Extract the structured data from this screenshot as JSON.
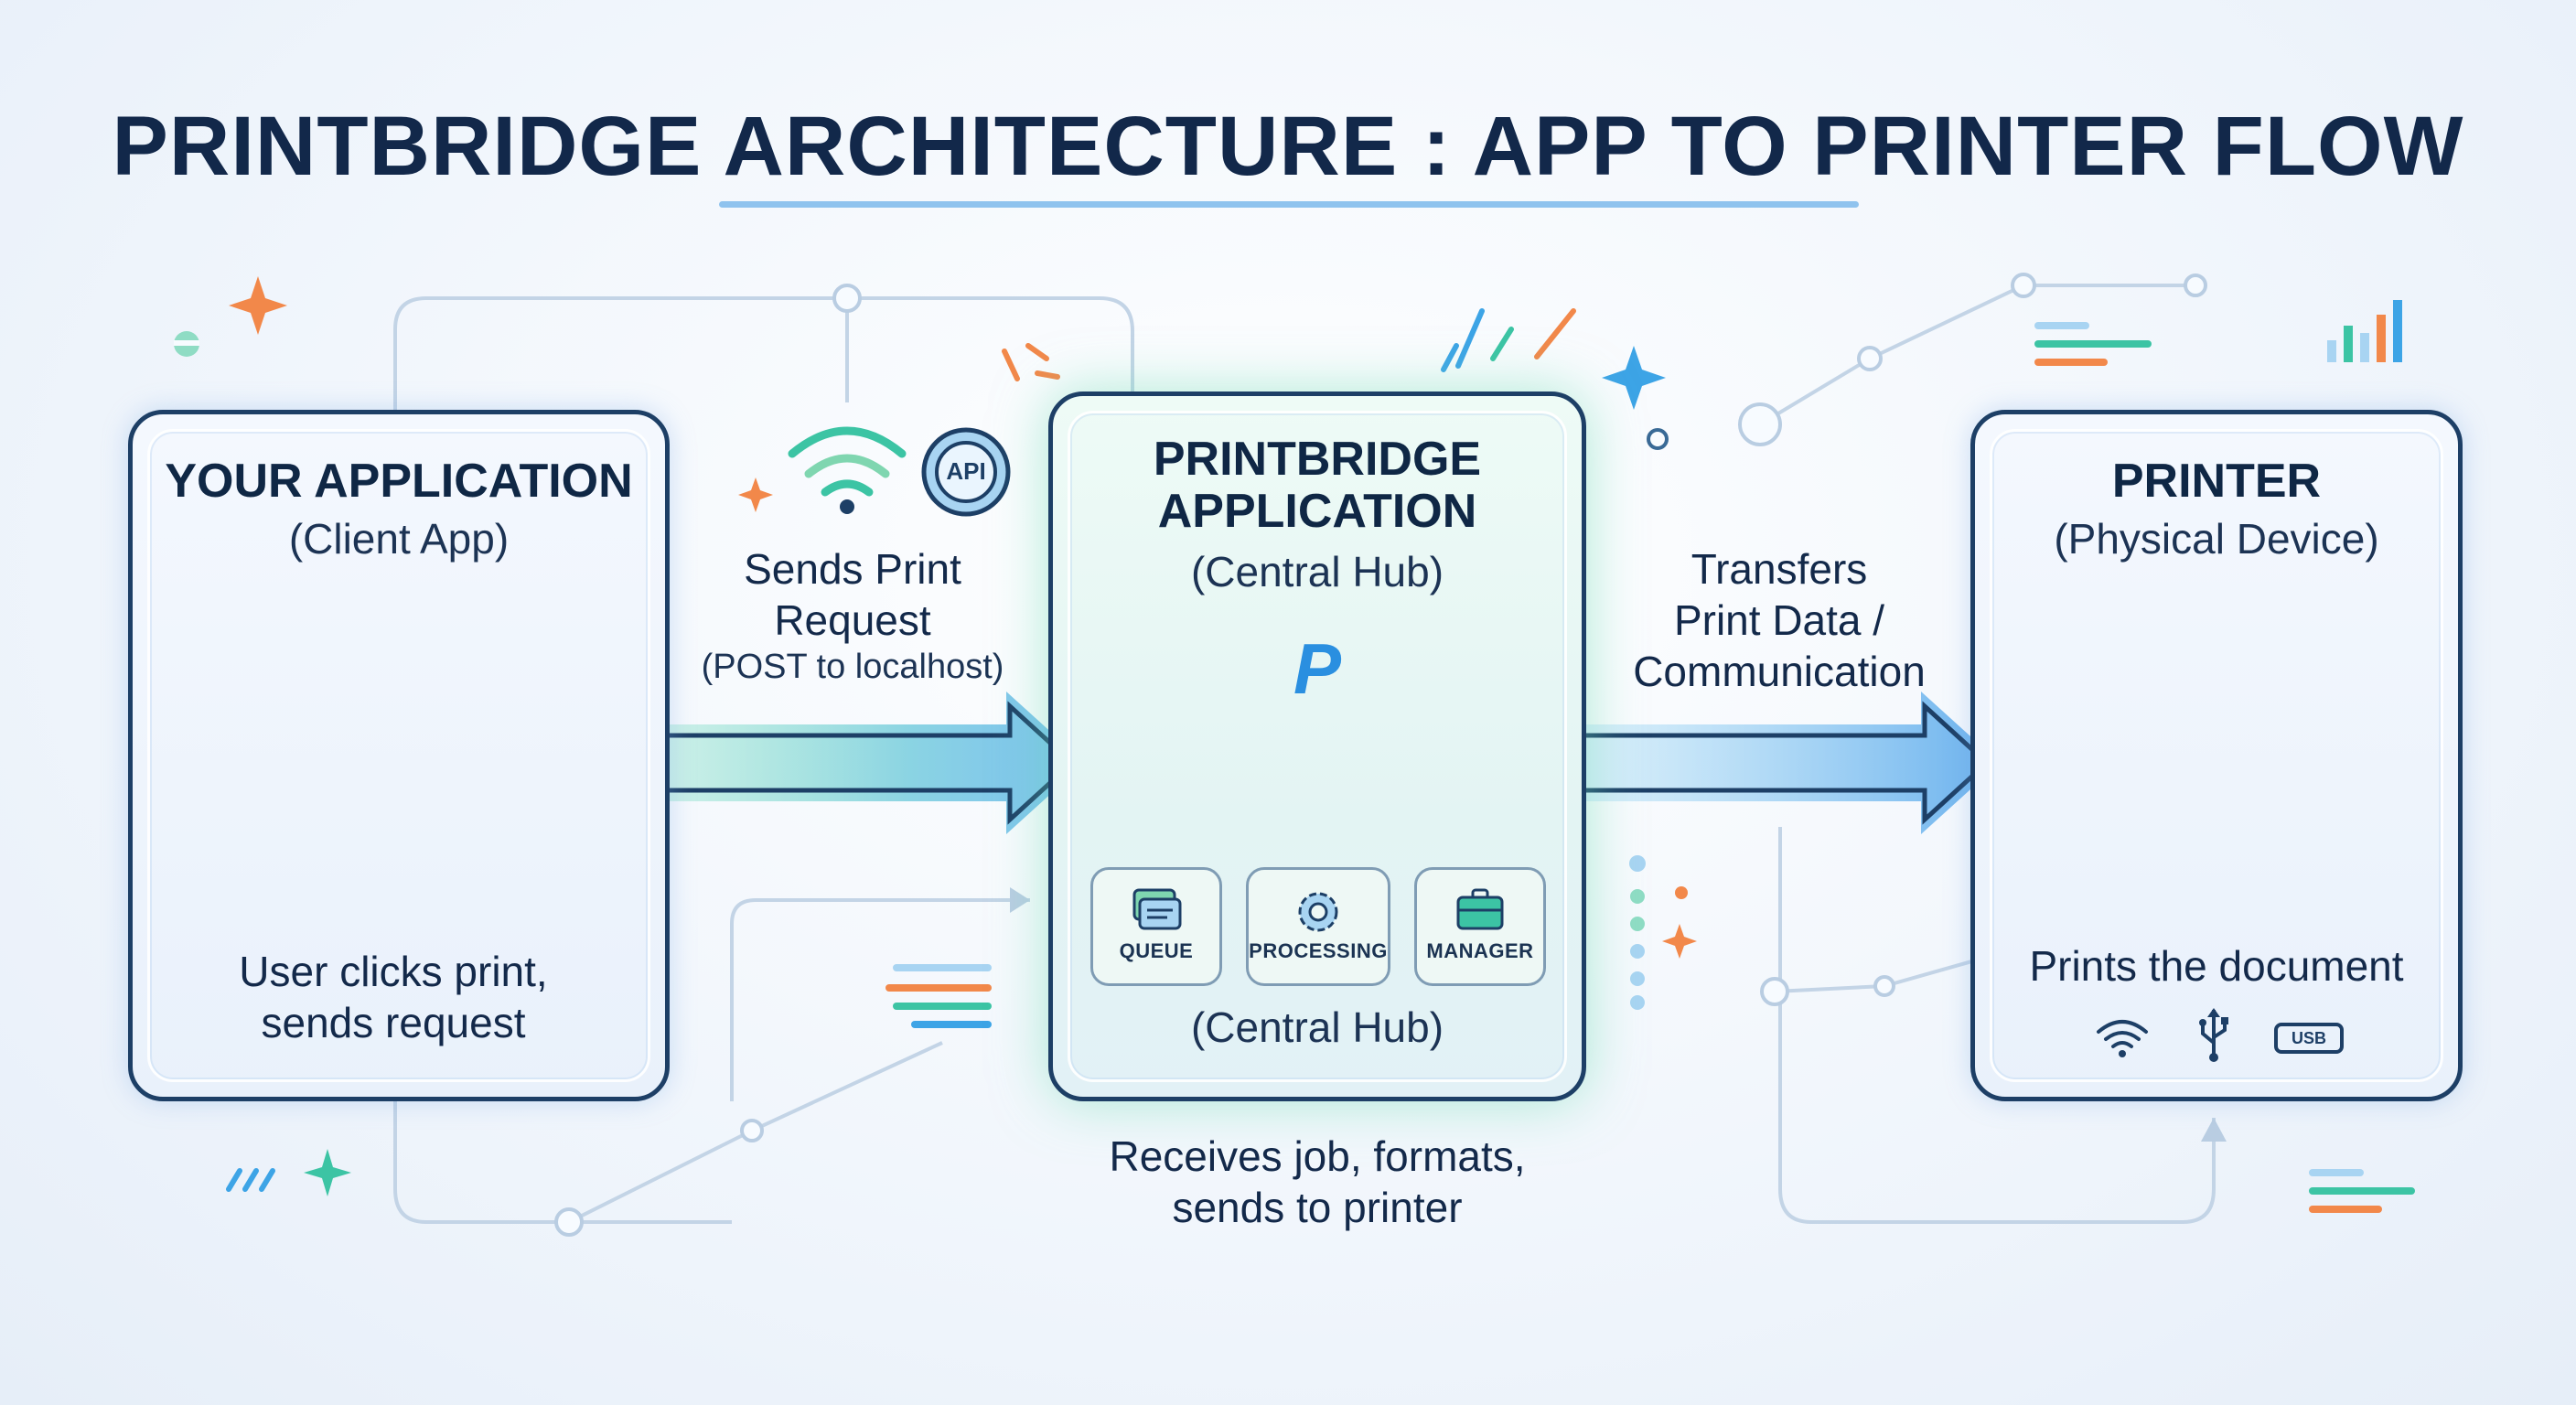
{
  "title": "PRINTBRIDGE ARCHITECTURE : APP TO PRINTER FLOW",
  "client": {
    "title": "YOUR APPLICATION",
    "subtitle": "(Client App)",
    "description": [
      "User clicks print,",
      "sends request"
    ]
  },
  "flow_request": {
    "label": [
      "Sends Print",
      "Request"
    ],
    "detail": "(POST to localhost)",
    "api_badge": "API"
  },
  "hub": {
    "title": [
      "PRINTBRIDGE",
      "APPLICATION"
    ],
    "subtitle": "(Central Hub)",
    "logo_letter": "P",
    "modules": [
      "QUEUE",
      "PROCESSING",
      "MANAGER"
    ],
    "footer": "(Central Hub)",
    "description": [
      "Receives job, formats,",
      "sends to printer"
    ]
  },
  "flow_transfer": {
    "label": [
      "Transfers",
      "Print Data /",
      "Communication"
    ]
  },
  "printer": {
    "title": "PRINTER",
    "subtitle": "(Physical Device)",
    "description": "Prints the document",
    "connectivity": [
      "wifi-icon",
      "usb-symbol-icon",
      "usb-port-icon"
    ],
    "usb_label": "USB"
  },
  "colors": {
    "navy": "#12284a",
    "panel_border": "#1d3f66",
    "arrow_blue": "#5aa9ec",
    "arrow_green": "#6fdcb4",
    "accent_orange": "#f2884a",
    "accent_teal": "#3cc4a4"
  }
}
